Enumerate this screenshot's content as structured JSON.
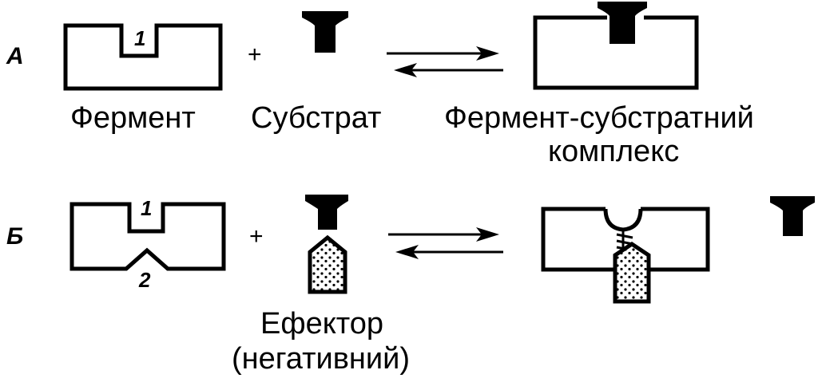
{
  "row_a": {
    "label": "А",
    "site_number": "1",
    "plus": "+",
    "enzyme_label": "Фермент",
    "substrate_label": "Субстрат",
    "complex_label_line1": "Фермент-субстратний",
    "complex_label_line2": "комплекс"
  },
  "row_b": {
    "label": "Б",
    "active_site_number": "1",
    "allosteric_site_number": "2",
    "plus": "+",
    "effector_label_line1": "Ефектор",
    "effector_label_line2": "(негативний)"
  }
}
